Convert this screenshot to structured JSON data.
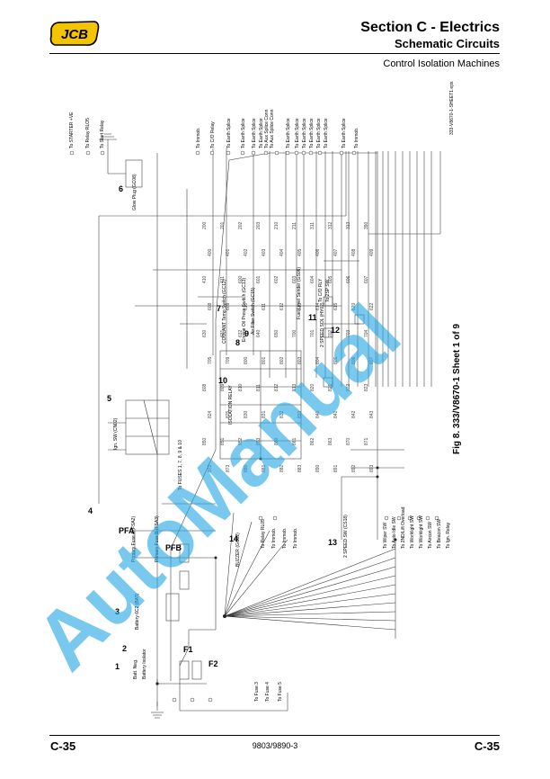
{
  "header": {
    "section": "Section C - Electrics",
    "subsection": "Schematic Circuits",
    "page_topic": "Control Isolation Machines"
  },
  "brand": {
    "logo_text": "JCB",
    "logo_color": "#f5c400"
  },
  "figure": {
    "caption_main": "Fig 8. 333/V8670-1 Sheet 1 ",
    "caption_of": "of 9",
    "ref_code": "333-V8670-1-SHEET1.eps"
  },
  "diagram": {
    "component_numbers": [
      "1",
      "2",
      "3",
      "4",
      "5",
      "6",
      "7",
      "8",
      "9",
      "10",
      "11",
      "12",
      "13",
      "14"
    ],
    "fuse_labels": [
      "F1",
      "F2",
      "PFA",
      "PFB"
    ],
    "left_column": {
      "batt_neg": "Batt. Neg.",
      "battery_isolator": "Battery Isolator",
      "battery": "Battery 6C2 (BAT)",
      "fuse_pfa": "Primary Fuse A (FSA2)",
      "fuse_pfb": "Primary Fuse B (FSA3)",
      "to_fuses": "To FUSES 1, 7, 8, 9 & 10"
    },
    "right_column": {
      "top": [
        "To STARTER +VE",
        "To Relay RLO5",
        "To Start Relay"
      ],
      "glow": "Glow Plug (GC08)",
      "ign": "Ign. SW (CN02)",
      "isolation_relay": "ISOLATION RELAY",
      "list": [
        "To Immob.",
        "To C/O Relay",
        "To Earth Splice",
        "To Earth Splice",
        "To Earth Splice",
        "To Earth Splice",
        "To Aux Splice Conn",
        "To Aux Splice Conn",
        "To Earth Splice",
        "To Earth Splice",
        "To Earth Splice",
        "To Earth Splice",
        "To Earth Splice",
        "To Earth Splice"
      ],
      "bottom": [
        "To Earth Splice",
        "To Immob."
      ],
      "coolant": "COOLANT Temp Switch (GC12)",
      "oil": "Engine Oil Press Switch (GC13)",
      "air": "Air Filter Switch (GC15)",
      "fuel": "Fuel Level Sender (GS06)",
      "speed": "2 SPEED SOL (HY02)",
      "to_co": "To C/O RLY",
      "to_2sp": "To 2SP SW"
    },
    "bottom_row": {
      "labels": [
        "To Fuse 3",
        "To Fuse 4",
        "To Fuse 5",
        "To Relay RL05",
        "To Immob.",
        "To Immob.",
        "To Immob.",
        "To Wiper SW",
        "To Auto Idle SW",
        "To 2ND/Lift Overload",
        "To Worklight SW",
        "To Worklight SW",
        "To Aircon SW",
        "To Beacon SW",
        "To Ign. Relay"
      ],
      "buzzer": "BUZZER (GC02)",
      "speed_sw": "2 SPEED SW (CS18)"
    },
    "wire_numbers": [
      "200",
      "201",
      "202",
      "203",
      "210",
      "211",
      "311",
      "312",
      "313",
      "390",
      "400",
      "401",
      "402",
      "403",
      "404",
      "405",
      "406",
      "407",
      "408",
      "409",
      "410",
      "411",
      "600",
      "601",
      "602",
      "603",
      "604",
      "605",
      "606",
      "607",
      "608",
      "609",
      "610",
      "611",
      "612",
      "613",
      "614",
      "615",
      "620",
      "622",
      "630",
      "631",
      "632",
      "640",
      "650",
      "700",
      "701",
      "702",
      "703",
      "704",
      "705",
      "709",
      "800",
      "801",
      "802",
      "803",
      "804",
      "805",
      "806",
      "807",
      "808",
      "809",
      "810",
      "811",
      "812",
      "813",
      "820",
      "821",
      "822",
      "823",
      "824",
      "825",
      "830",
      "831",
      "832",
      "833",
      "840",
      "841",
      "842",
      "843",
      "850",
      "851",
      "852",
      "853",
      "860",
      "861",
      "862",
      "863",
      "870",
      "871",
      "872",
      "873",
      "880",
      "881",
      "882",
      "883",
      "890",
      "891",
      "892",
      "893"
    ]
  },
  "footer": {
    "left": "C-35",
    "center": "9803/9890-3",
    "right": "C-35"
  },
  "watermark": {
    "text": "AutoManual",
    "color": "#26a6e4"
  }
}
